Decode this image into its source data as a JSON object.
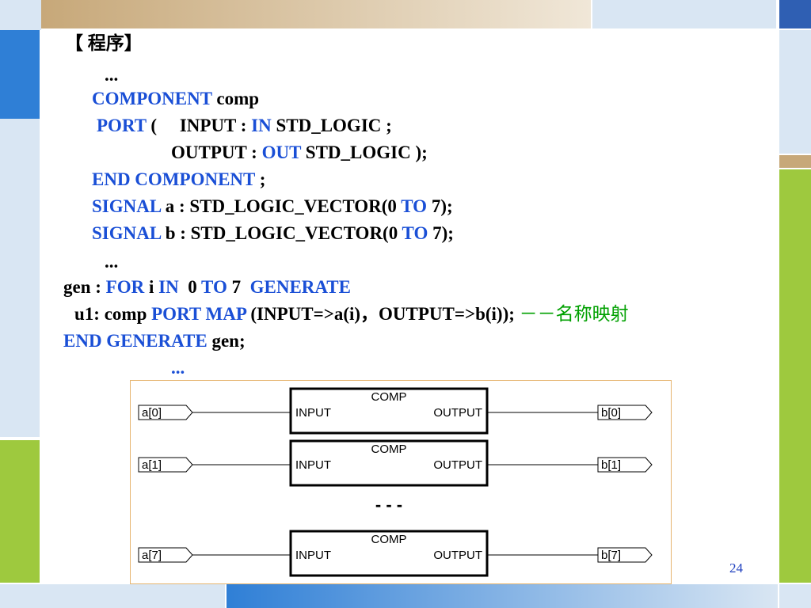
{
  "slide": {
    "bracket_title": "【 程序】",
    "page_number": "24",
    "code": {
      "l1": "...",
      "l2_kw": "COMPONENT",
      "l2_rest": " comp",
      "l3_kw": "PORT",
      "l3_a": " (     INPUT : ",
      "l3_kw2": "IN",
      "l3_b": " STD_LOGIC ;",
      "l4_a": "OUTPUT : ",
      "l4_kw": "OUT",
      "l4_b": " STD_LOGIC );",
      "l5_kw": "END COMPONENT",
      "l5_b": " ;",
      "l6_kw": "SIGNAL",
      "l6_a": " a : STD_LOGIC_VECTOR(0 ",
      "l6_kw2": "TO",
      "l6_b": " 7);",
      "l7_kw": "SIGNAL",
      "l7_a": " b : STD_LOGIC_VECTOR(0 ",
      "l7_kw2": "TO",
      "l7_b": " 7);",
      "l8": "...",
      "l9_a": "gen : ",
      "l9_kw": "FOR",
      "l9_b": " i ",
      "l9_kw2": "IN",
      "l9_c": "  0 ",
      "l9_kw3": "TO",
      "l9_d": " 7  ",
      "l9_kw4": "GENERATE",
      "l10_a": "u1: comp ",
      "l10_kw": "PORT MAP",
      "l10_b": " (INPUT=>a(i)，OUTPUT=>b(i)); ",
      "l10_cn": "－－名称映射",
      "l11_kw": "END GENERATE",
      "l11_b": " gen;",
      "l12": "..."
    },
    "diagram": {
      "comp_label": "COMP",
      "in_label": "INPUT",
      "out_label": "OUTPUT",
      "rows": [
        {
          "a": "a[0]",
          "b": "b[0]"
        },
        {
          "a": "a[1]",
          "b": "b[1]"
        },
        {
          "a": "a[7]",
          "b": "b[7]"
        }
      ],
      "ellipsis": "-   -   -"
    }
  }
}
